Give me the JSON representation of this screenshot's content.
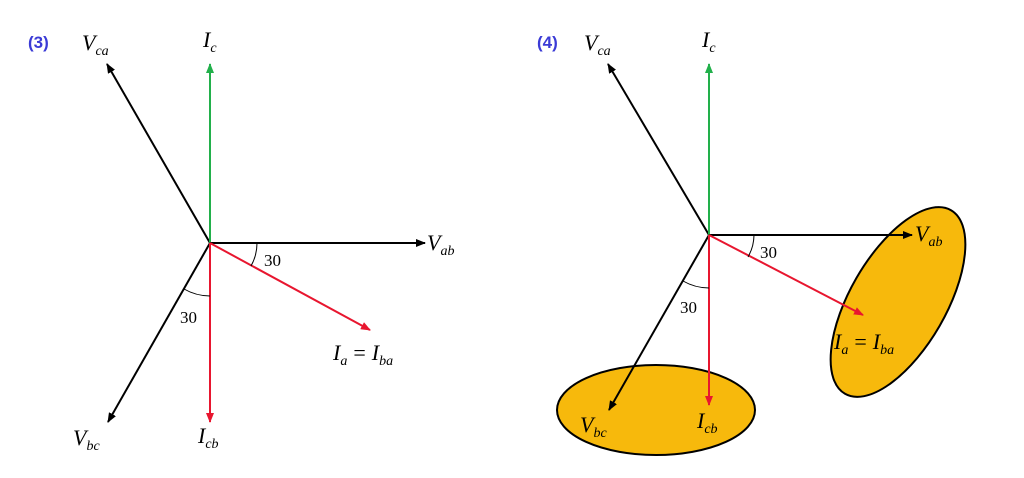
{
  "colors": {
    "voltage": "#000000",
    "current_c": "#22b04b",
    "current_red": "#e8162f",
    "label_blue": "#3b3bd6",
    "ellipse_fill": "#f7b90c",
    "ellipse_stroke": "#000000"
  },
  "panels": [
    {
      "label": "(3)",
      "angle_ab": "30",
      "angle_bc": "30",
      "vca": {
        "main": "V",
        "sub": "ca"
      },
      "ic": {
        "main": "I",
        "sub": "c"
      },
      "vab": {
        "main": "V",
        "sub": "ab"
      },
      "vbc": {
        "main": "V",
        "sub": "bc"
      },
      "icb": {
        "main": "I",
        "sub": "cb"
      },
      "ia": {
        "main": "I",
        "sub": "a"
      },
      "eq": "=",
      "iba": {
        "main": "I",
        "sub": "ba"
      }
    },
    {
      "label": "(4)",
      "angle_ab": "30",
      "angle_bc": "30",
      "vca": {
        "main": "V",
        "sub": "ca"
      },
      "ic": {
        "main": "I",
        "sub": "c"
      },
      "vab": {
        "main": "V",
        "sub": "ab"
      },
      "vbc": {
        "main": "V",
        "sub": "bc"
      },
      "icb": {
        "main": "I",
        "sub": "cb"
      },
      "ia": {
        "main": "I",
        "sub": "a"
      },
      "eq": "=",
      "iba": {
        "main": "I",
        "sub": "ba"
      }
    }
  ]
}
